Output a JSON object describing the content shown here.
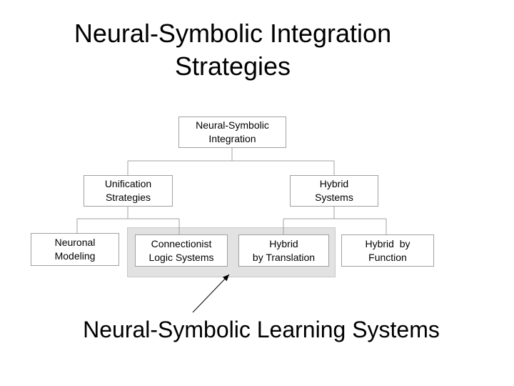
{
  "title": {
    "line1": "Neural-Symbolic Integration",
    "line2": "Strategies"
  },
  "nodes": {
    "root": {
      "line1": "Neural-Symbolic",
      "line2": "Integration"
    },
    "unification": {
      "line1": "Unification",
      "line2": "Strategies"
    },
    "hybrid_systems": {
      "line1": "Hybrid",
      "line2": "Systems"
    },
    "neuronal_modeling": {
      "line1": "Neuronal",
      "line2": "Modeling"
    },
    "connectionist_logic": {
      "line1": "Connectionist",
      "line2": "Logic Systems"
    },
    "hybrid_translation": {
      "line1": "Hybrid",
      "line2": "by Translation"
    },
    "hybrid_function": {
      "line1": "Hybrid  by",
      "line2": "Function"
    }
  },
  "caption": "Neural-Symbolic Learning Systems",
  "colors": {
    "box_border": "#a0a0a0",
    "connector": "#a0a0a0",
    "highlight_fill": "#e2e2e2",
    "arrow": "#000000"
  }
}
